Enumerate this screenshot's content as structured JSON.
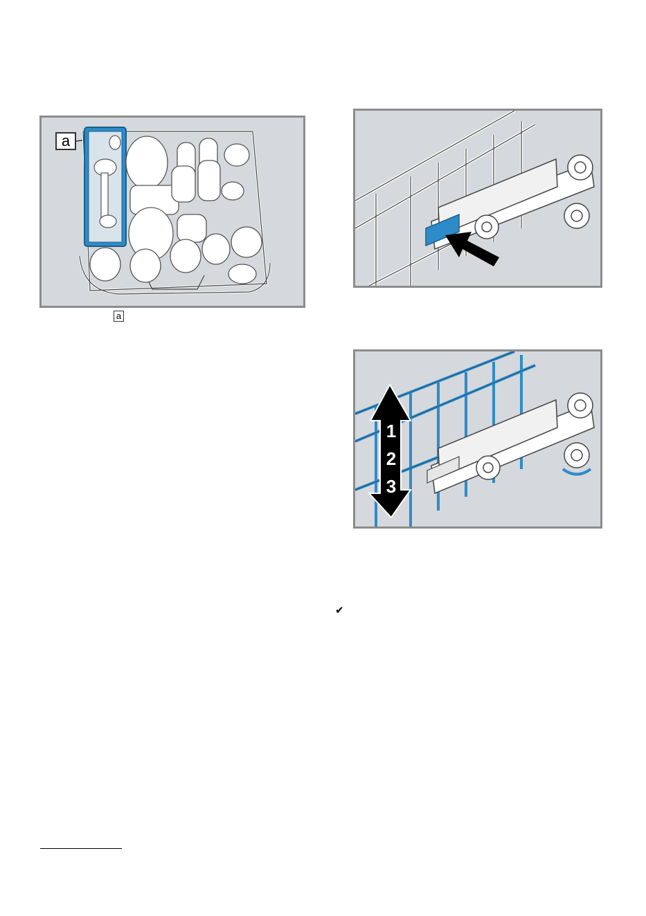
{
  "figures": {
    "basket": {
      "callout_label": "a"
    },
    "rack_release": {},
    "rack_height": {
      "levels": [
        "1",
        "2",
        "3"
      ]
    }
  },
  "legend": {
    "callout_ref": "a"
  },
  "icons": {
    "check": "check-icon",
    "callout": "callout-box"
  },
  "colors": {
    "figure_bg": "#d5d8dc",
    "figure_border": "#8c8c8c",
    "accent_blue": "#2e8bc9",
    "wire": "#ffffff"
  }
}
